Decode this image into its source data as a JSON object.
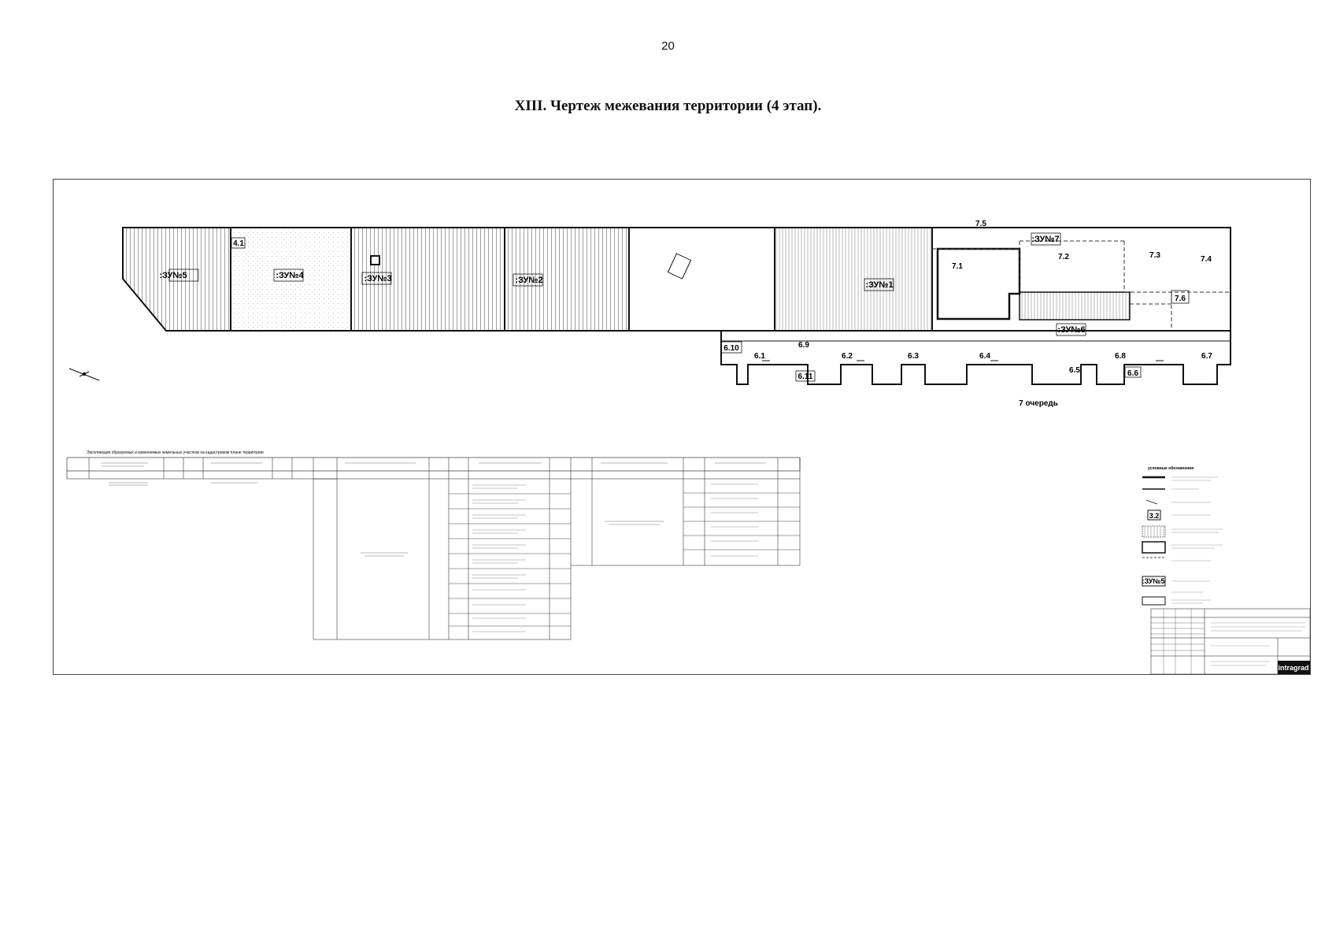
{
  "page": {
    "number": "20",
    "title": "XIII.  Чертеж межевания территории (4 этап)."
  },
  "plan": {
    "parcels": [
      ":ЗУ№5",
      ":ЗУ№4",
      ":ЗУ№3",
      ":ЗУ№2",
      ":ЗУ№1",
      ":ЗУ№7",
      ":ЗУ№6"
    ],
    "subparcels": [
      "4.1",
      "7.5",
      "7.1",
      "7.2",
      "7.3",
      "7.4",
      "7.6",
      "6.10",
      "6.1",
      "6.9",
      "6.2",
      "6.3",
      "6.4",
      "6.11",
      "6.5",
      "6.8",
      "6.6",
      "6.7"
    ],
    "queue_label": "7 очередь"
  },
  "explication": {
    "title": "Экспликация образуемых и изменяемых земельных участков на кадастровом плане территории"
  },
  "legend": {
    "title": "условные обозначения",
    "samples": [
      "3.2",
      ":ЗУ№5"
    ]
  },
  "stamp": {
    "brand": "intragrad"
  },
  "colors": {
    "line": "#111111",
    "hatch": "#666666",
    "stamp_brand_bg": "#111111"
  }
}
